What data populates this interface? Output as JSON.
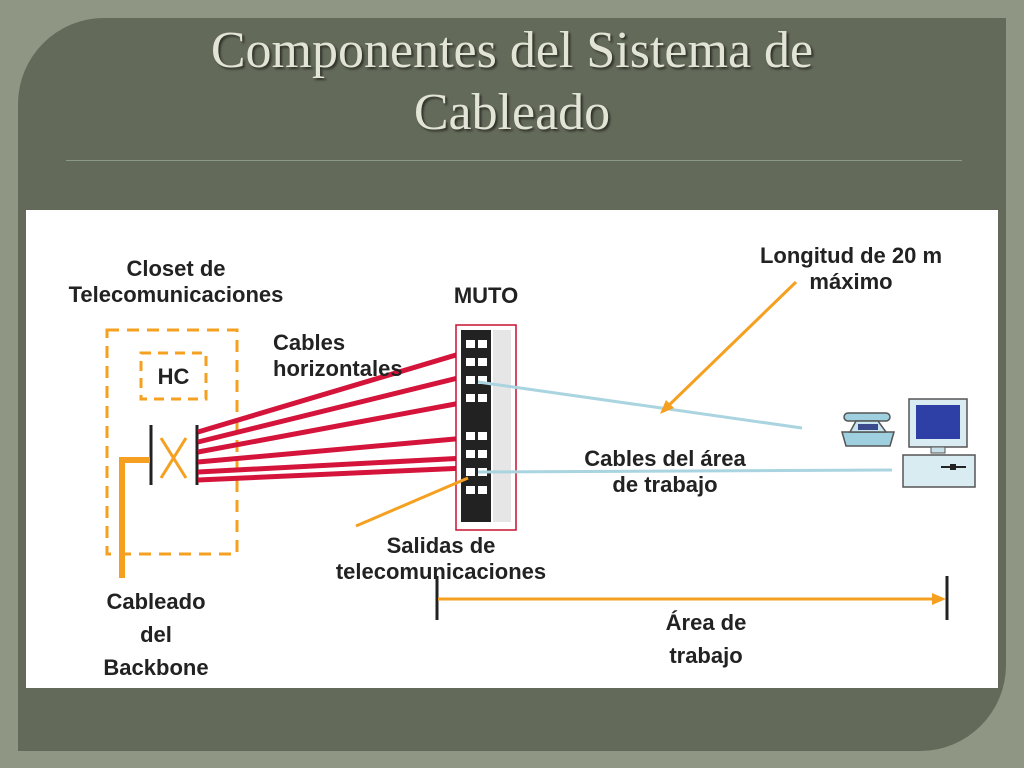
{
  "slide": {
    "title_line1": "Componentes del Sistema de",
    "title_line2": "Cableado"
  },
  "diagram": {
    "closet_label_line1": "Closet de",
    "closet_label_line2": "Telecomunicaciones",
    "hc_label": "HC",
    "horizontal_cables_line1": "Cables",
    "horizontal_cables_line2": "horizontales",
    "muto_label": "MUTO",
    "max_length_line1": "Longitud de 20 m",
    "max_length_line2": "máximo",
    "work_area_cables_line1": "Cables del área",
    "work_area_cables_line2": "de trabajo",
    "outlets_line1": "Salidas de",
    "outlets_line2": "telecomunicaciones",
    "backbone_line1": "Cableado",
    "backbone_line2": "del",
    "backbone_line3": "Backbone",
    "work_area_line1": "Área de",
    "work_area_line2": "trabajo"
  },
  "colors": {
    "frame": "#646a5a",
    "background": "#8f9683",
    "title": "#e2e5d6",
    "orange": "#f5a020",
    "red_cable": "#d4143a",
    "light_blue_cable": "#a9d4e0"
  },
  "icons": [
    "telephone-icon",
    "computer-icon",
    "patch-panel-icon"
  ]
}
